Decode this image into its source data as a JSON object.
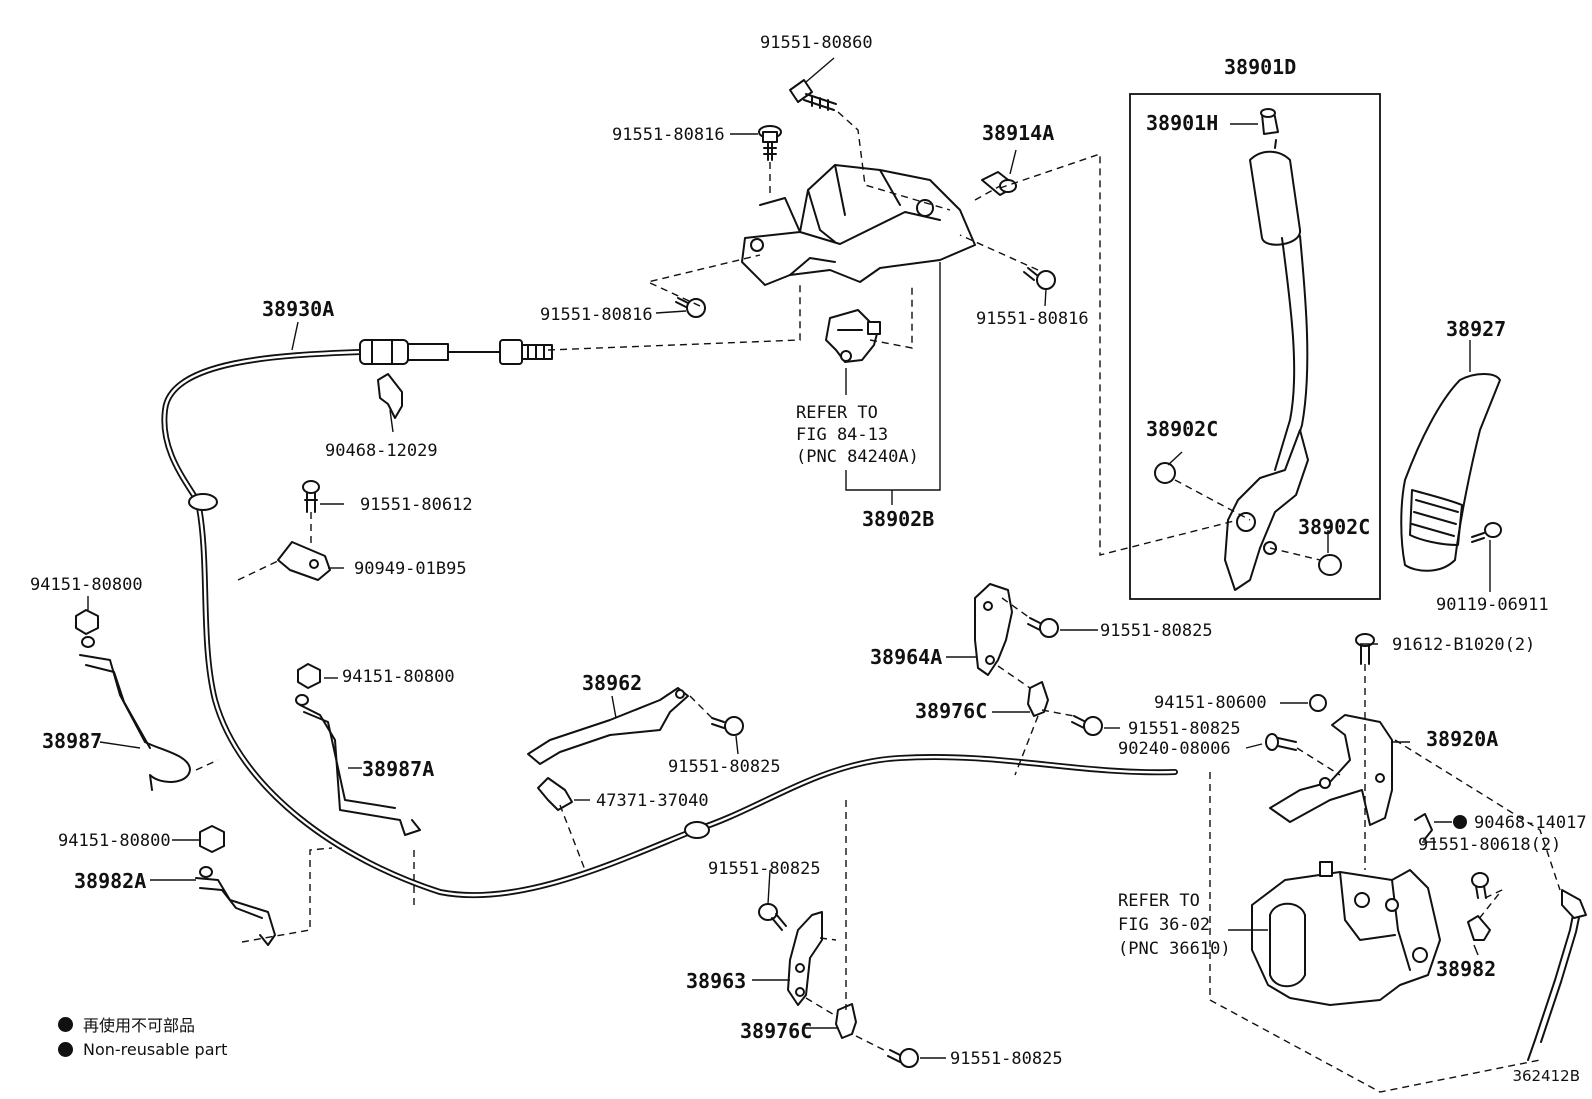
{
  "figure_id": "362412B",
  "legend": {
    "jp": "再使用不可部品",
    "en": "Non-reusable part"
  },
  "labels": {
    "l_91551_80860": "91551-80860",
    "l_91551_80816_a": "91551-80816",
    "l_38914A": "38914A",
    "l_38901D": "38901D",
    "l_38901H": "38901H",
    "l_38930A": "38930A",
    "l_91551_80816_b": "91551-80816",
    "l_91551_80816_c": "91551-80816",
    "l_90468_12029": "90468-12029",
    "l_refer1": "REFER TO",
    "l_fig1": "FIG 84-13",
    "l_pnc1": "(PNC 84240A)",
    "l_38902B": "38902B",
    "l_38927": "38927",
    "l_38902C_a": "38902C",
    "l_38902C_b": "38902C",
    "l_91551_80612": "91551-80612",
    "l_90949_01B95": "90949-01B95",
    "l_94151_80800_a": "94151-80800",
    "l_90119_06911": "90119-06911",
    "l_91551_80825_a": "91551-80825",
    "l_38964A": "38964A",
    "l_91612_B1020": "91612-B1020(2)",
    "l_94151_80800_b": "94151-80800",
    "l_38962": "38962",
    "l_38976C_a": "38976C",
    "l_94151_80600": "94151-80600",
    "l_91551_80825_b": "91551-80825",
    "l_38920A": "38920A",
    "l_90240_08006": "90240-08006",
    "l_38987": "38987",
    "l_38987A": "38987A",
    "l_91551_80825_c": "91551-80825",
    "l_47371_37040": "47371-37040",
    "l_90468_14017": "90468-14017",
    "l_91551_80618": "91551-80618(2)",
    "l_94151_80800_c": "94151-80800",
    "l_91551_80825_d": "91551-80825",
    "l_38982A": "38982A",
    "l_refer2": "REFER TO",
    "l_fig2": "FIG 36-02",
    "l_pnc2": "(PNC 36610)",
    "l_38963": "38963",
    "l_38982": "38982",
    "l_38976C_b": "38976C",
    "l_91551_80825_e": "91551-80825"
  }
}
